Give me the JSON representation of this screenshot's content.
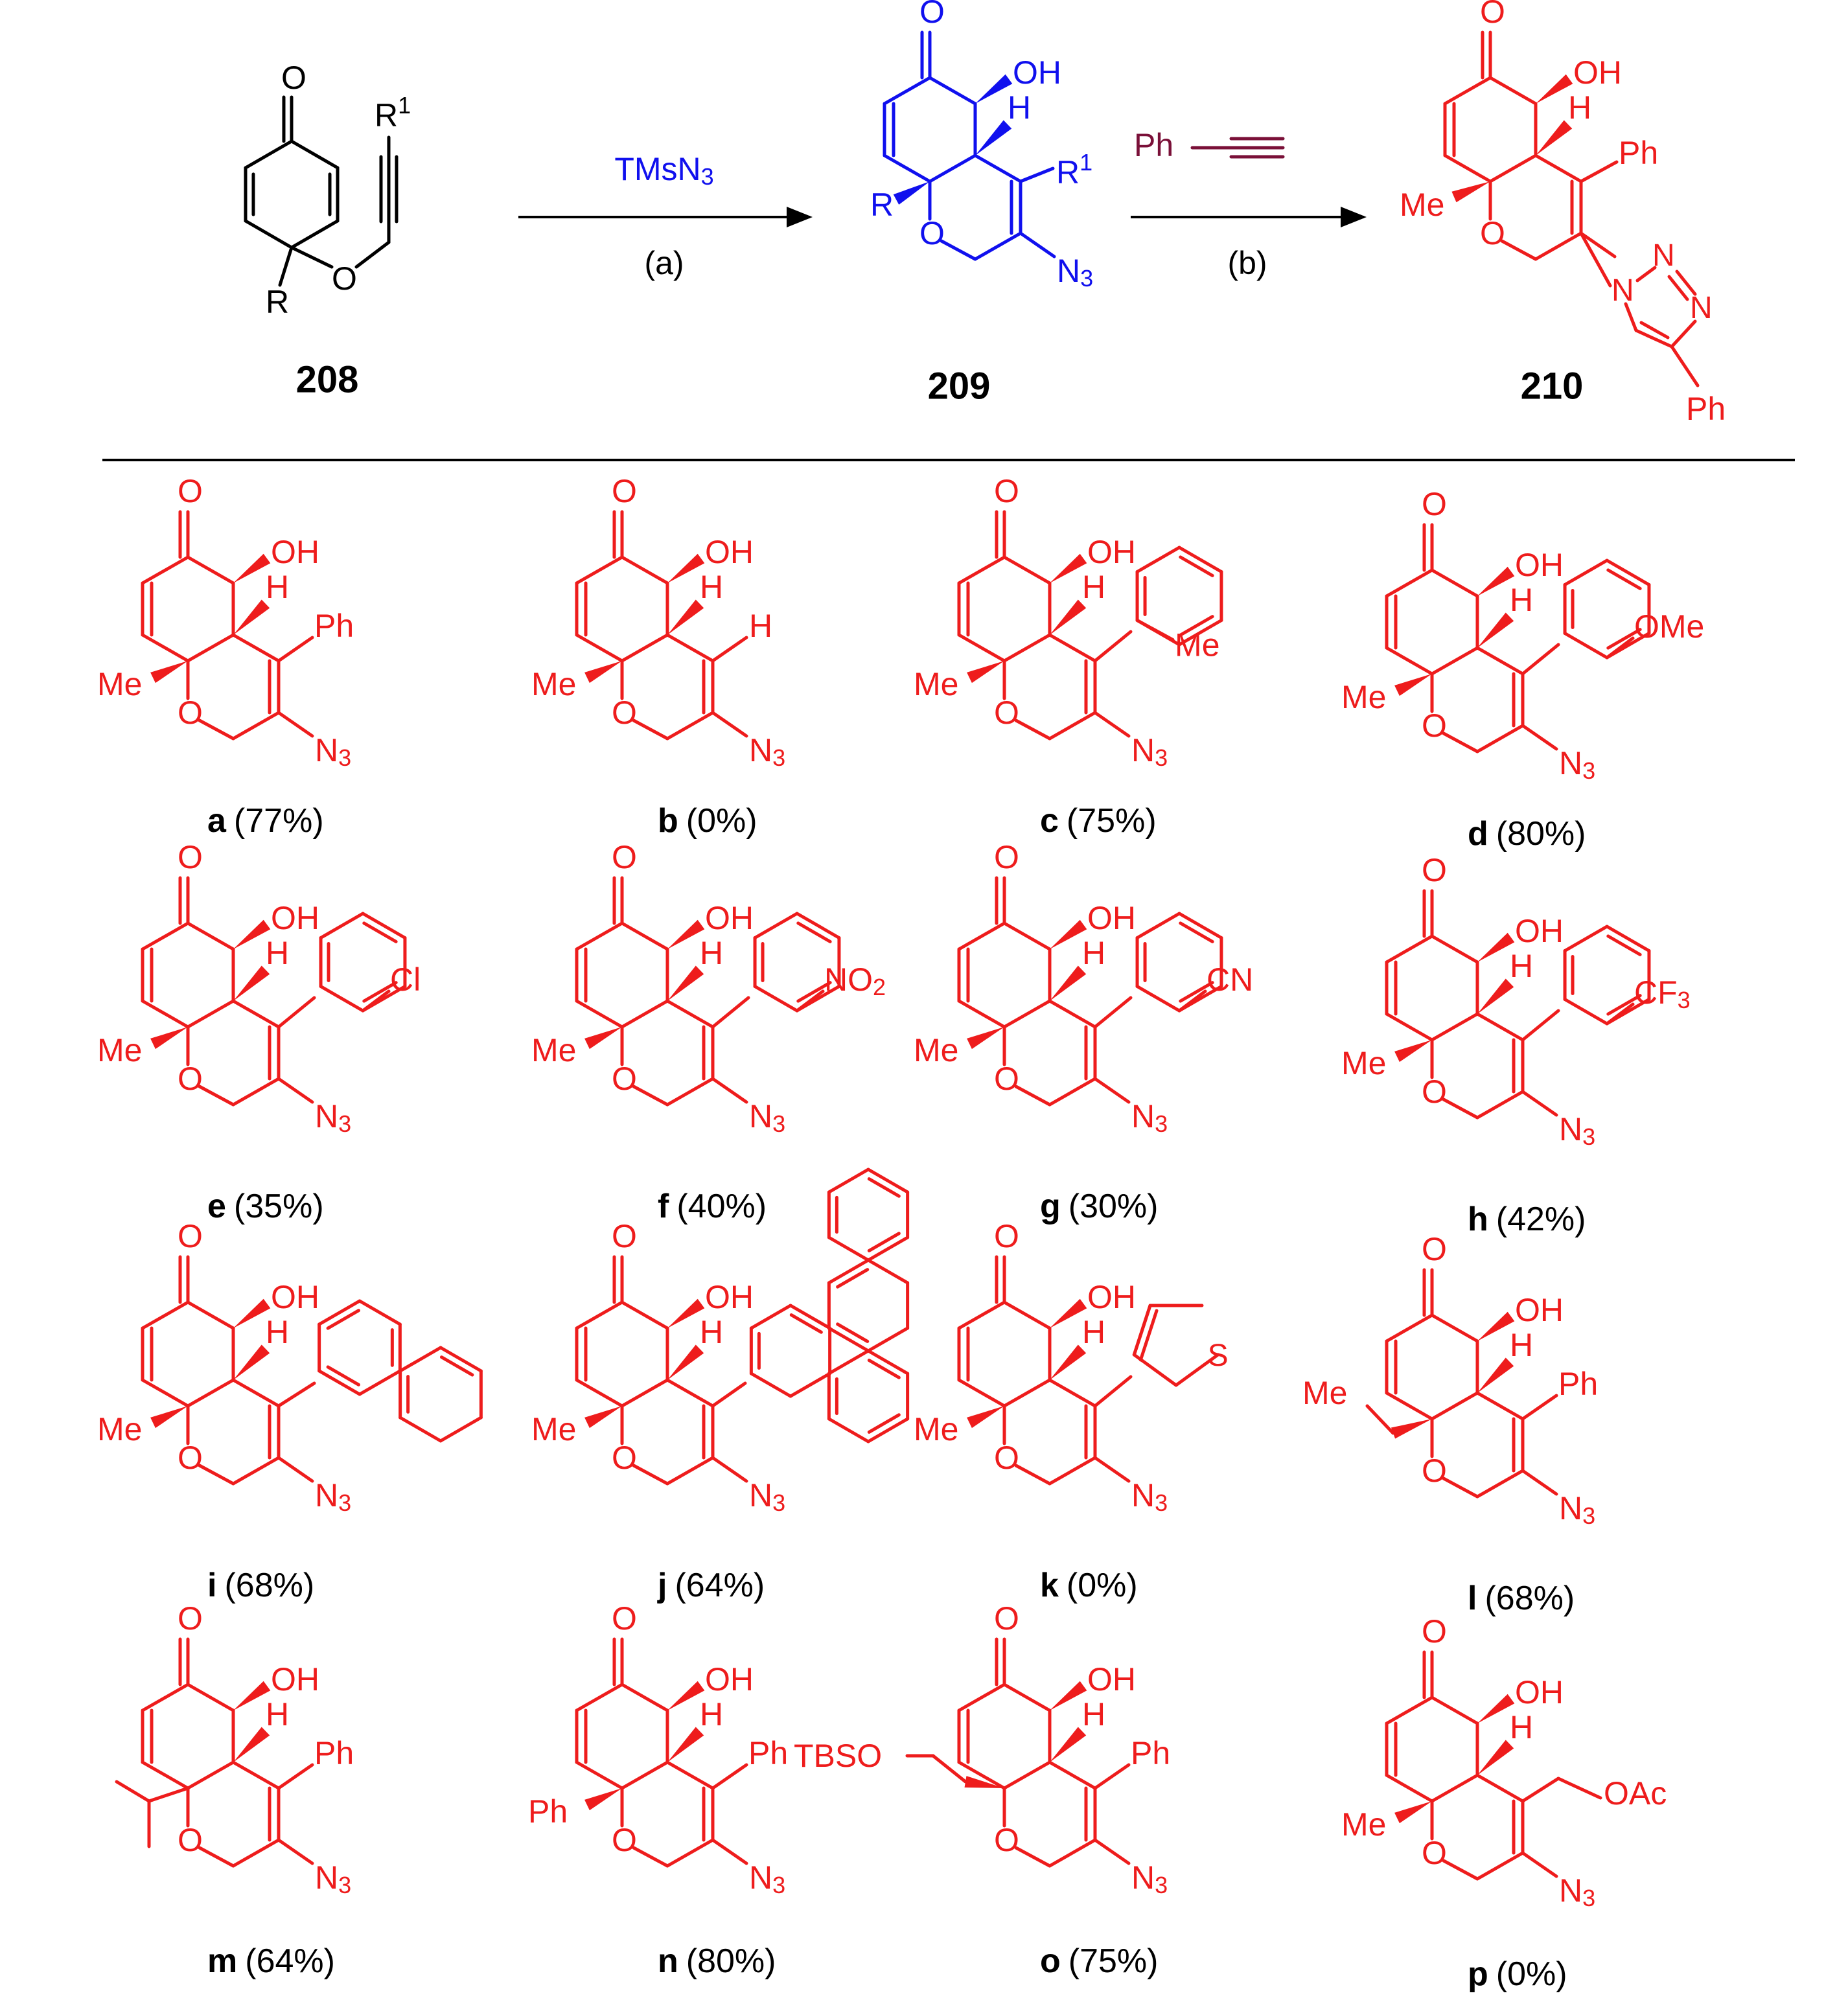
{
  "colors": {
    "black": "#000000",
    "blue": "#1010ee",
    "red": "#ee1c1c",
    "maroon": "#7a1038"
  },
  "reaction": {
    "sm": {
      "number": "208",
      "atoms": {
        "o_ketone": "O",
        "r": "R",
        "o_ether": "O",
        "r1": "R",
        "r1_sup": "1"
      }
    },
    "reagent_a": {
      "text": "TMsN",
      "sub": "3",
      "step": "(a)"
    },
    "intermediate": {
      "number": "209",
      "atoms": {
        "o_ketone": "O",
        "oh": "OH",
        "h": "H",
        "r1": "R",
        "r1_sup": "1",
        "r": "R",
        "o_ring": "O",
        "n3": "N",
        "n3_sub": "3"
      }
    },
    "reagent_b": {
      "ph": "Ph",
      "step": "(b)"
    },
    "product": {
      "number": "210",
      "atoms": {
        "o_ketone": "O",
        "oh": "OH",
        "h": "H",
        "ph": "Ph",
        "me": "Me",
        "o_ring": "O",
        "n1": "N",
        "n2": "N",
        "n3": "N",
        "ph2": "Ph"
      }
    }
  },
  "labels": {
    "o": "O",
    "oh": "OH",
    "h": "H",
    "me": "Me",
    "n": "N",
    "three": "3",
    "ph": "Ph",
    "cl": "Cl",
    "no2": "NO",
    "two": "2",
    "cn": "CN",
    "cf3": "CF",
    "ome": "OMe",
    "s": "S",
    "tbso": "TBSO",
    "oac": "OAc"
  },
  "compounds": [
    {
      "id": "a",
      "yield": "(77%)"
    },
    {
      "id": "b",
      "yield": "(0%)"
    },
    {
      "id": "c",
      "yield": "(75%)"
    },
    {
      "id": "d",
      "yield": "(80%)"
    },
    {
      "id": "e",
      "yield": "(35%)"
    },
    {
      "id": "f",
      "yield": "(40%)"
    },
    {
      "id": "g",
      "yield": "(30%)"
    },
    {
      "id": "h",
      "yield": "(42%)"
    },
    {
      "id": "i",
      "yield": "(68%)"
    },
    {
      "id": "j",
      "yield": "(64%)"
    },
    {
      "id": "k",
      "yield": "(0%)"
    },
    {
      "id": "l",
      "yield": "(68%)"
    },
    {
      "id": "m",
      "yield": "(64%)"
    },
    {
      "id": "n",
      "yield": "(80%)"
    },
    {
      "id": "o",
      "yield": "(75%)"
    },
    {
      "id": "p",
      "yield": "(0%)"
    }
  ]
}
